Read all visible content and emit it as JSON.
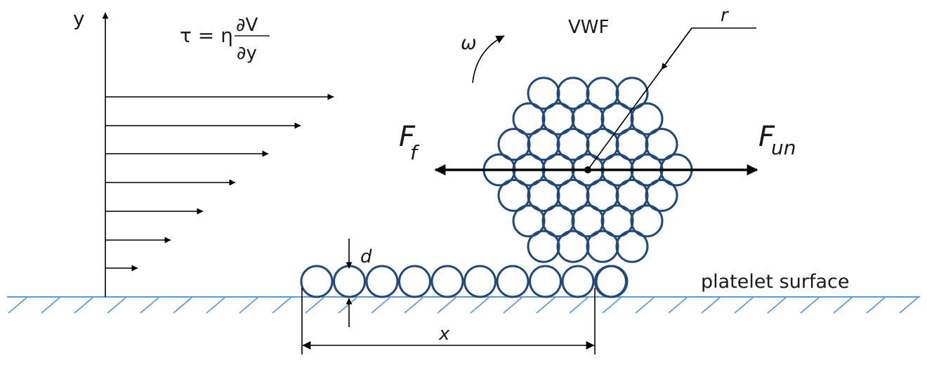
{
  "diagram": {
    "y_axis_label": "y",
    "shear_formula": {
      "lhs": "τ = η",
      "numerator": "∂V",
      "denominator": "∂y"
    },
    "vwf_label": "VWF",
    "radius_label": "r",
    "omega_label": "ω",
    "friction_force": {
      "symbol": "F",
      "subscript": "f"
    },
    "unbinding_force": {
      "symbol": "F",
      "subscript": "un"
    },
    "diameter_label": "d",
    "length_label": "x",
    "surface_label": "platelet surface"
  },
  "colors": {
    "vwf_monomer": "#20497a",
    "surface": "#5b9bd5",
    "arrows": "#000000"
  }
}
